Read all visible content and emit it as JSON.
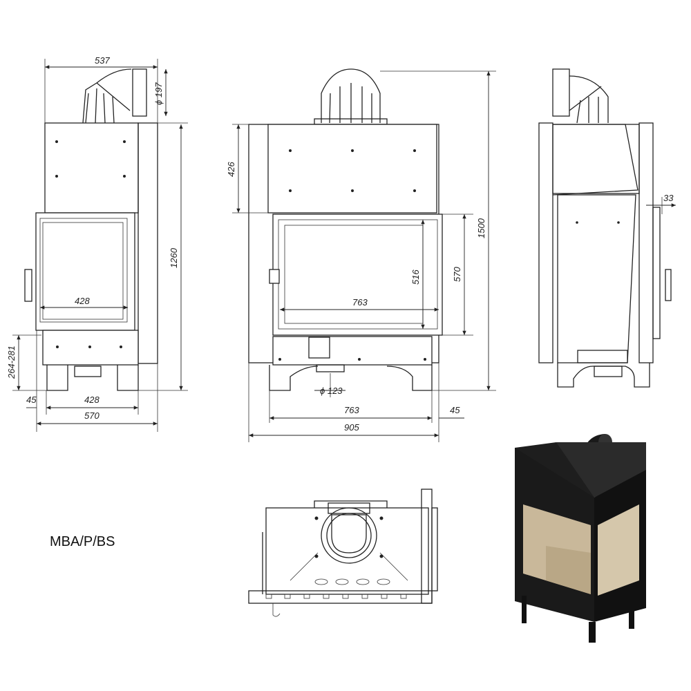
{
  "model_label": "MBA/P/BS",
  "left_view": {
    "width_top": "537",
    "flue_diameter": "ϕ 197",
    "height": "1260",
    "door_width": "428",
    "base_height": "264-281",
    "offset": "45",
    "leg_span": "428",
    "total_width": "570"
  },
  "front_view": {
    "top_height": "426",
    "glass_height": "516",
    "door_height": "570",
    "total_height": "1500",
    "door_width": "763",
    "air_inlet_diameter": "ϕ 123",
    "leg_span": "763",
    "offset": "45",
    "total_width": "905"
  },
  "side_view": {
    "gap": "33"
  },
  "colors": {
    "line": "#222222",
    "body_render": "#1a1a1a",
    "glass_render": "#c9b89a"
  }
}
